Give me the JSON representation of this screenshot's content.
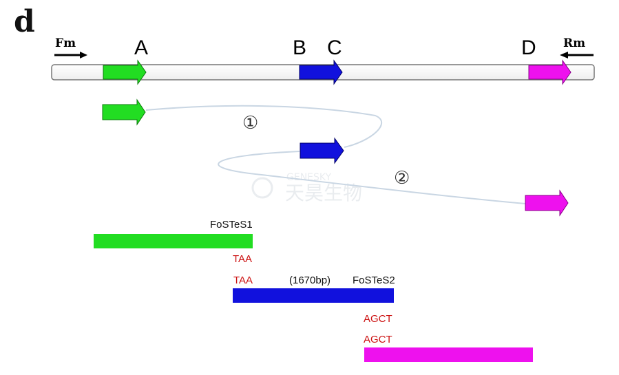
{
  "panel_label": "d",
  "primers": {
    "forward": "Fm",
    "reverse": "Rm"
  },
  "sites": [
    "A",
    "B",
    "C",
    "D"
  ],
  "steps": [
    "①",
    "②"
  ],
  "segments": {
    "seg1_name": "FoSTeS1",
    "seg2_size": "(1670bp)",
    "seg2_name": "FoSTeS2"
  },
  "junctions": {
    "taa_end": "TAA",
    "taa_start": "TAA",
    "agct_end": "AGCT",
    "agct_start": "AGCT"
  },
  "watermark": {
    "brand": "GENESKY",
    "cn": "天昊生物"
  },
  "colors": {
    "green": "#22dd22",
    "blue": "#1111dd",
    "magenta": "#ee11ee",
    "junction_red": "#cc1111",
    "chromosome_fill": "#fafafa",
    "chromosome_stroke": "#777777",
    "curve": "#c9d6e3"
  }
}
